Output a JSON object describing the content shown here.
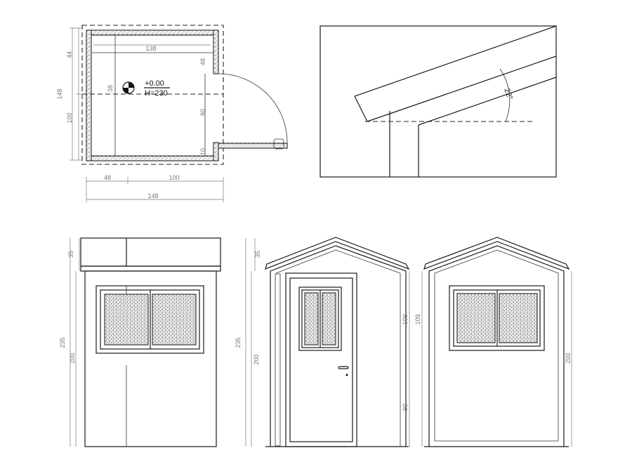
{
  "plan": {
    "dims": {
      "left_total": "148",
      "left_top": "44",
      "left_bottom": "100",
      "inner_top": "138",
      "inner_left": "38",
      "right_top": "48",
      "right_mid": "80",
      "right_low": "10",
      "bottom_a": "48",
      "bottom_b": "100",
      "bottom_total": "148"
    },
    "level": "+0.00",
    "height": "H=230"
  },
  "detail": {
    "angle": "22°"
  },
  "elevations": {
    "side": {
      "dim_total": "235",
      "dim_body": "200",
      "dim_roof": "35"
    },
    "front": {
      "dim_total": "235",
      "dim_body": "200",
      "dim_roof": "35",
      "dim_upper": "109",
      "dim_lower": "90"
    },
    "back": {
      "dim_upper": "109",
      "dim_body": "200"
    }
  }
}
